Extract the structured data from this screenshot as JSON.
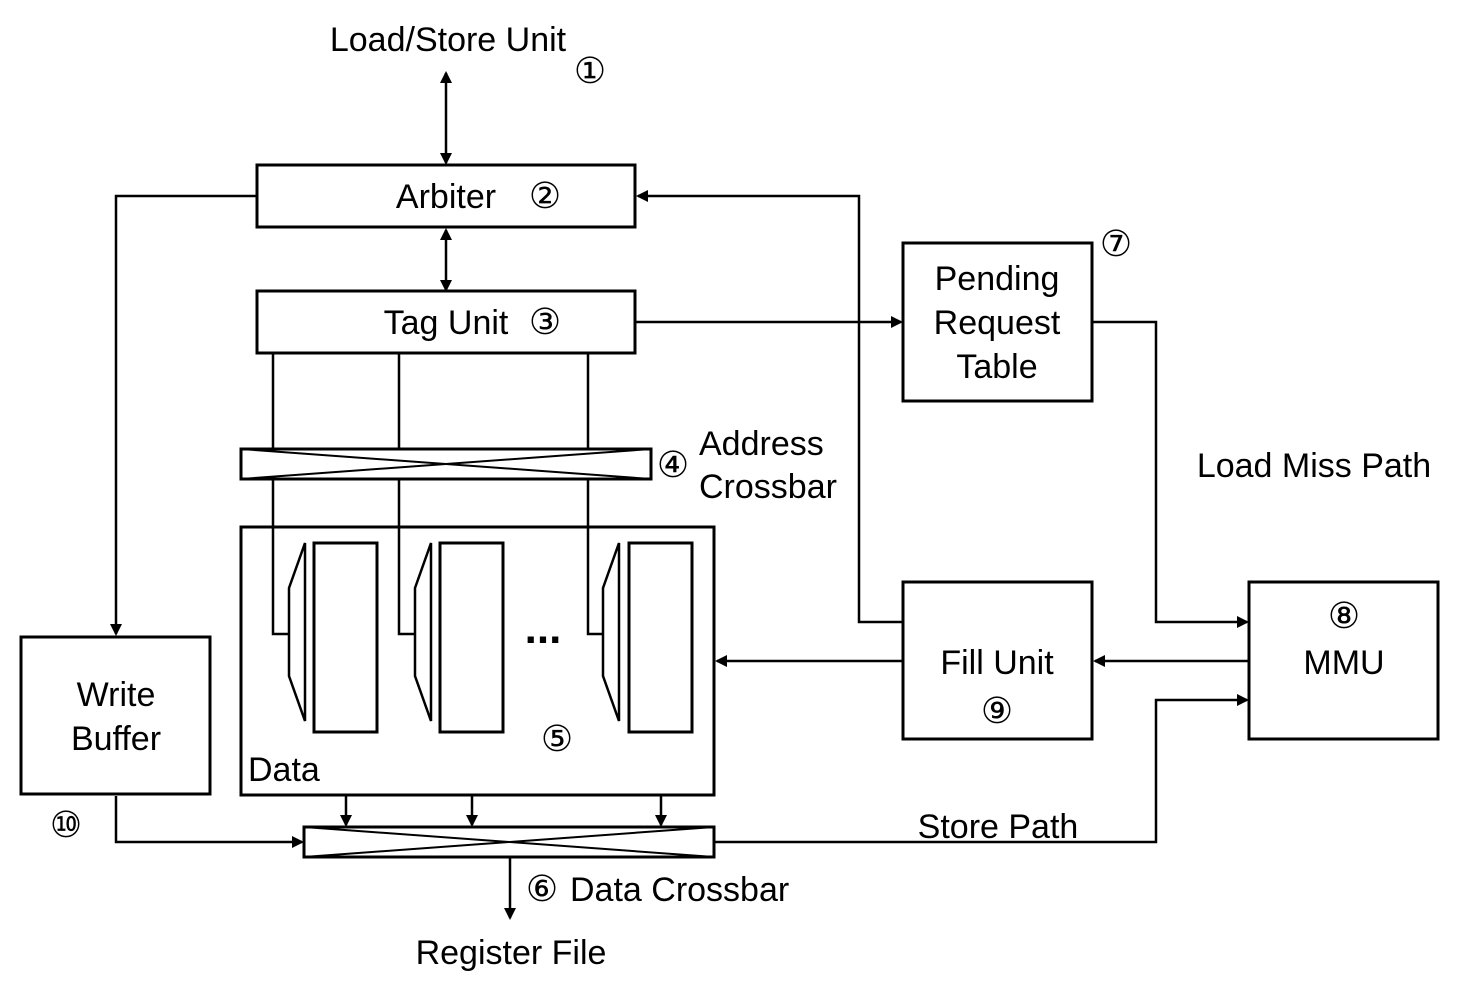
{
  "labels": {
    "load_store_unit": "Load/Store Unit",
    "arbiter": "Arbiter",
    "tag_unit": "Tag Unit",
    "pending_request_table": [
      "Pending",
      "Request",
      "Table"
    ],
    "address_crossbar": [
      "Address",
      "Crossbar"
    ],
    "load_miss_path": "Load Miss Path",
    "mmu": "MMU",
    "fill_unit": "Fill Unit",
    "write_buffer": [
      "Write",
      "Buffer"
    ],
    "data": "Data",
    "ellipsis": "...",
    "store_path": "Store Path",
    "data_crossbar": "Data Crossbar",
    "register_file": "Register File"
  },
  "markers": {
    "m1": "①",
    "m2": "②",
    "m3": "③",
    "m4": "④",
    "m5": "⑤",
    "m6": "⑥",
    "m7": "⑦",
    "m8": "⑧",
    "m9": "⑨",
    "m10": "⑩"
  }
}
